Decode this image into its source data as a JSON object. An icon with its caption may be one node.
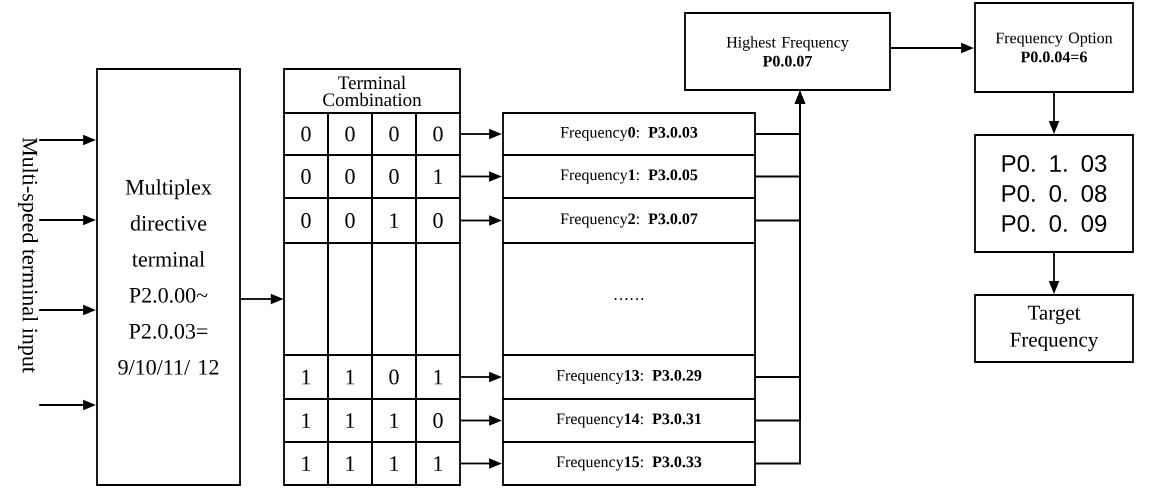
{
  "diagram": {
    "nodes": [
      {
        "text": [
          "Multi-speed terminal input"
        ]
      },
      {
        "text": [
          "Multiplex directive terminal P2.0.00~ P2.0.03= 9/10/11/ 12"
        ]
      },
      {
        "text": [
          "Terminal Combination"
        ]
      },
      {
        "text": [
          "0",
          "0",
          "0",
          "0"
        ]
      },
      {
        "text": [
          "0",
          "0",
          "0",
          "1"
        ]
      },
      {
        "text": [
          "0",
          "0",
          "1",
          "0"
        ]
      },
      {
        "text": [],
        "shape": "box"
      },
      {
        "text": [
          "1",
          "1",
          "0",
          "1"
        ]
      },
      {
        "text": [
          "1",
          "1",
          "1",
          "0"
        ]
      },
      {
        "text": [
          "1",
          "1",
          "1",
          "1"
        ]
      },
      {
        "text": [
          "Frequency**0**: **P3.0.03**"
        ]
      },
      {
        "text": [
          "Frequency**1**: **P3.0.05**"
        ]
      },
      {
        "text": [
          "Frequency**2**: **P3.0.07**"
        ]
      },
      {
        "text": [
          "……"
        ]
      },
      {
        "text": [
          "Frequency**13**: **P3.0.29**"
        ]
      },
      {
        "text": [
          "Frequency**14**: **P3.0.31**"
        ]
      },
      {
        "text": [
          "Frequency**15**: **P3.0.33**"
        ]
      },
      {
        "text": [
          "Highest Frequency",
          "P0.0.07"
        ]
      },
      {
        "text": [
          "Frequency Option",
          "P0.0.04=6"
        ]
      },
      {
        "text": [
          "P0. 1. 03",
          "P0. 0. 08",
          "P0. 0. 09"
        ]
      },
      {
        "text": [
          "Target Frequency"
        ]
      }
    ],
    "edges": [
      {
        "from": 0,
        "to": 1,
        "arrow": "to"
      },
      {
        "from": 0,
        "to": 1,
        "arrow": "to"
      },
      {
        "from": 0,
        "to": 1,
        "arrow": "to"
      },
      {
        "from": 0,
        "to": 1,
        "arrow": "to"
      },
      {
        "from": 1,
        "to": 6,
        "arrow": "to"
      },
      {
        "from": 3,
        "to": 10,
        "arrow": "to"
      },
      {
        "from": 4,
        "to": 11,
        "arrow": "to"
      },
      {
        "from": 5,
        "to": 12,
        "arrow": "to"
      },
      {
        "from": 7,
        "to": 14,
        "arrow": "to"
      },
      {
        "from": 8,
        "to": 15,
        "arrow": "to"
      },
      {
        "from": 9,
        "to": 16,
        "arrow": "to"
      },
      {
        "from": 10,
        "to": 17,
        "arrow": "to"
      },
      {
        "from": 11,
        "to": 17,
        "arrow": "to"
      },
      {
        "from": 12,
        "to": 17,
        "arrow": "to"
      },
      {
        "from": 14,
        "to": 17,
        "arrow": "to"
      },
      {
        "from": 15,
        "to": 17,
        "arrow": "to"
      },
      {
        "from": 16,
        "to": 17,
        "arrow": "to"
      },
      {
        "from": 17,
        "to": 18,
        "arrow": "to"
      },
      {
        "from": 18,
        "to": 19,
        "arrow": "to"
      },
      {
        "from": 19,
        "to": 20,
        "arrow": "to"
      }
    ]
  }
}
